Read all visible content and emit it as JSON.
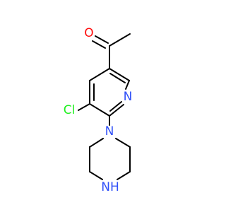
{
  "atoms": {
    "oxygen": "O",
    "pyridine_nitrogen": "N",
    "chlorine": "Cl",
    "piperazine_n1": "N",
    "piperazine_nh": "NH"
  },
  "colors": {
    "bond": "#000000",
    "oxygen": "#ff0d0d",
    "nitrogen": "#3050f8",
    "chlorine": "#1ff01f"
  }
}
